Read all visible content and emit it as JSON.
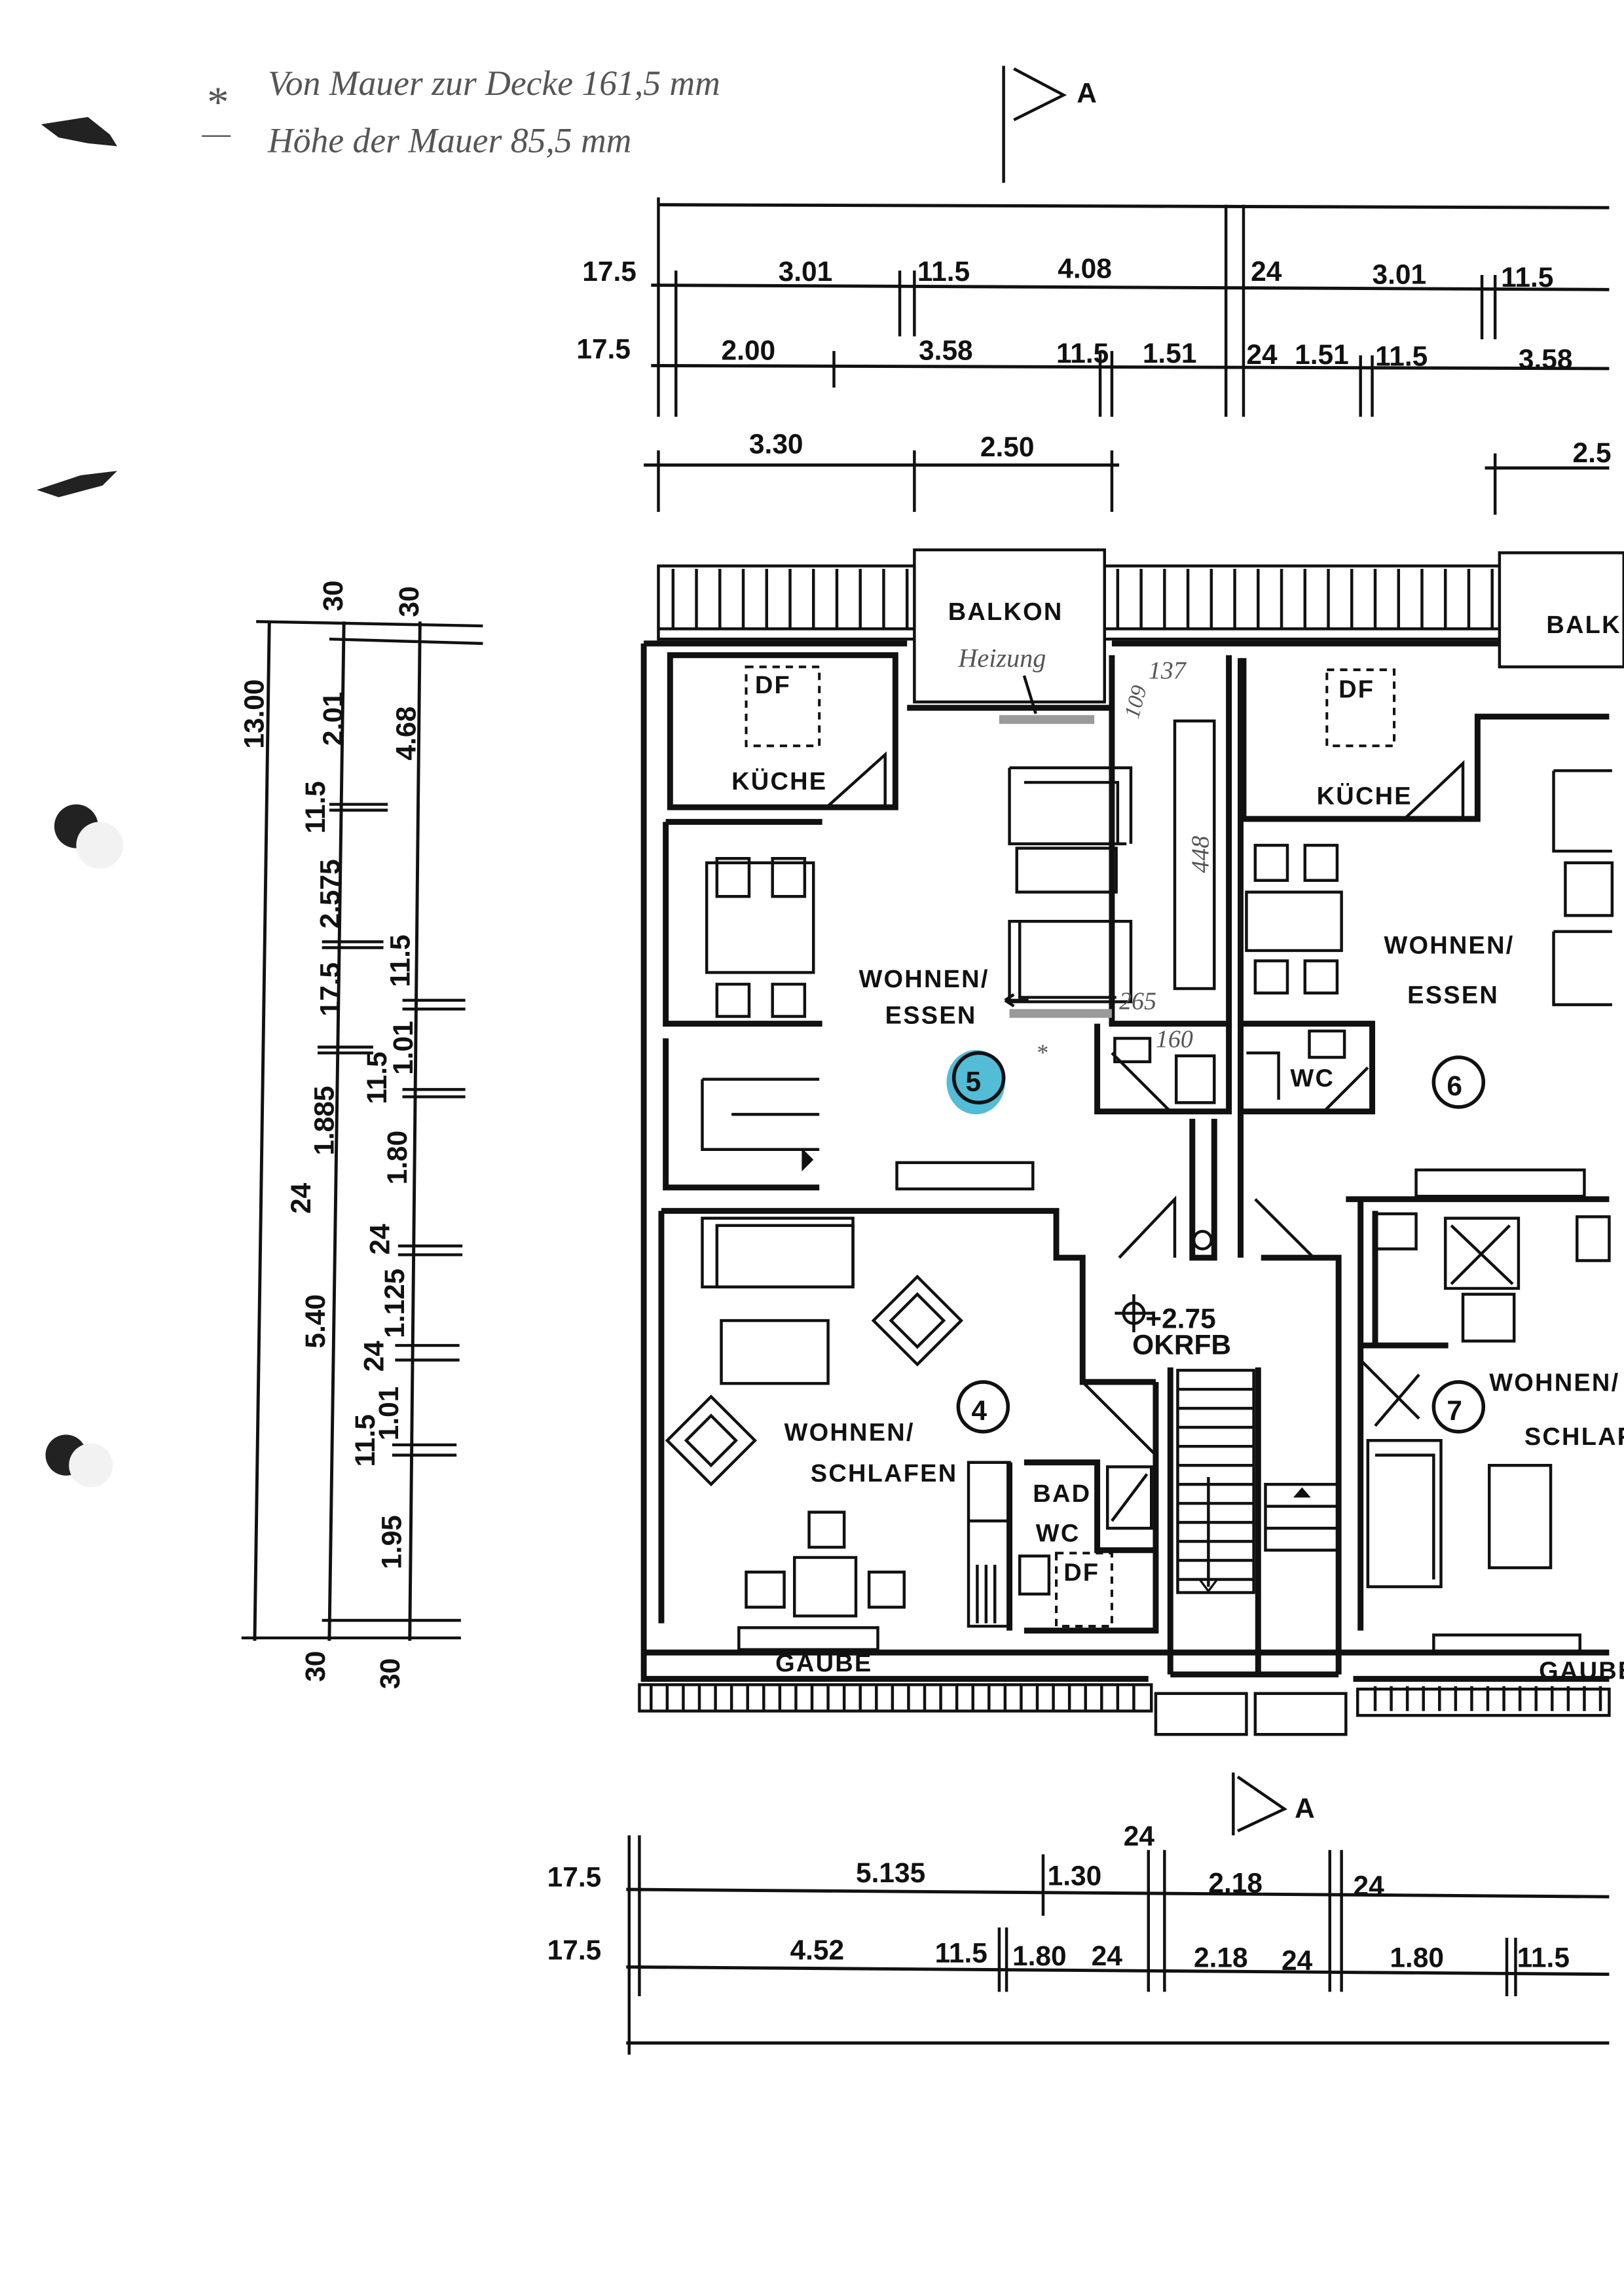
{
  "note": {
    "line1_symbol": "*",
    "line1": "Von Mauer zur Decke 161,5 mm",
    "line2_symbol": "—",
    "line2": "Höhe der Mauer 85,5 mm"
  },
  "section_marker": "A",
  "top_dims": {
    "row1": [
      "17.5",
      "3.01",
      "11.5",
      "4.08",
      "24",
      "3.01",
      "11.5"
    ],
    "row2": [
      "17.5",
      "2.00",
      "3.58",
      "11.5",
      "1.51",
      "24",
      "1.51",
      "11.5",
      "3.58"
    ],
    "row3": [
      "3.30",
      "2.50",
      "2.5"
    ]
  },
  "left_dims": {
    "outer": [
      "13.00"
    ],
    "middle": [
      "30",
      "2.01",
      "11.5",
      "2.575",
      "17.5",
      "1.885",
      "24",
      "5.40",
      "30"
    ],
    "inner": [
      "30",
      "4.68",
      "11.5",
      "1.01",
      "11.5",
      "1.80",
      "24",
      "1.125",
      "24",
      "1.01",
      "11.5",
      "1.95",
      "30"
    ]
  },
  "bottom_dims": {
    "row1": [
      "17.5",
      "5.135",
      "1.30",
      "24",
      "2.18",
      "24"
    ],
    "row2": [
      "17.5",
      "4.52",
      "11.5",
      "1.80",
      "24",
      "2.18",
      "24",
      "1.80",
      "11.5"
    ]
  },
  "rooms": {
    "balkon_left": "BALKON",
    "balkon_right": "BALK",
    "kueche_left": "KÜCHE",
    "kueche_right": "KÜCHE",
    "df": "DF",
    "wohnen_essen_1": "WOHNEN/",
    "wohnen_essen_2": "ESSEN",
    "wohnen_schlafen_1": "WOHNEN/",
    "wohnen_schlafen_2": "SCHLAFEN",
    "wohnen_schlafen_right_2": "SCHLAF",
    "wc": "WC",
    "bad": "BAD",
    "gaube": "GAUBE",
    "level": "+2.75",
    "level_ref": "OKRFB"
  },
  "unit_numbers": [
    "5",
    "6",
    "4",
    "7"
  ],
  "handwritten": {
    "heizung": "Heizung",
    "m137": "137",
    "m109": "109",
    "m448": "448",
    "m265": "265",
    "m160": "160",
    "asterisk": "*"
  },
  "colors": {
    "highlight": "#1aa6c8",
    "heater": "#9a9a9a"
  }
}
